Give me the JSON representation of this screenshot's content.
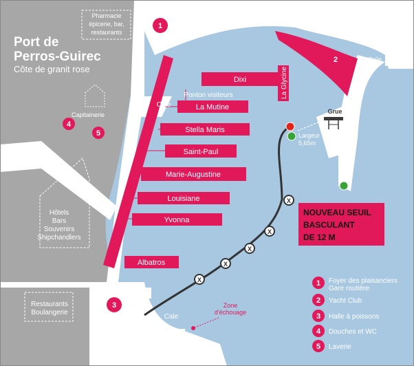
{
  "map": {
    "title_line1": "Port de",
    "title_line2": "Perros-Guirec",
    "subtitle": "Côte de granit rose",
    "berths": [
      "Dixi",
      "La Glycine",
      "La Mutine",
      "Stella Maris",
      "Saint-Paul",
      "Marie-Augustine",
      "Louisiane",
      "Yvonna",
      "Albatros"
    ],
    "ponton_label": "Ponton visiteurs",
    "grue": "Grue",
    "largeur_label": "Largeur",
    "largeur_value": "5,65m",
    "cale_label": "Cale",
    "zone_label_line1": "Zone",
    "zone_label_line2": "d'échouage",
    "seuil_lines": [
      "NOUVEAU SEUIL",
      "BASCULANT",
      "DE 12 M"
    ],
    "land_labels": {
      "pharmacie": [
        "Pharmacie",
        "épicerie, bar,",
        "restaurants"
      ],
      "capitainerie": "Capitainerie",
      "hotels": [
        "Hôtels",
        "Bars",
        "Souvenirs",
        "Shipchandlers"
      ],
      "restaurants": [
        "Restaurants",
        "Boulangerie"
      ]
    },
    "markers": [
      "1",
      "2",
      "3",
      "4",
      "5"
    ],
    "legend": [
      {
        "num": "1",
        "lines": [
          "Foyer des plaisanciers",
          "Gare routière"
        ]
      },
      {
        "num": "2",
        "lines": [
          "Yacht Club"
        ]
      },
      {
        "num": "3",
        "lines": [
          "Halle à poissons"
        ]
      },
      {
        "num": "4",
        "lines": [
          "Douches et WC"
        ]
      },
      {
        "num": "5",
        "lines": [
          "Laverie"
        ]
      }
    ],
    "buoy_mark": "X",
    "colors": {
      "water": "#a8c8e2",
      "land": "#a7a7a7",
      "accent": "#e1185a",
      "light_red": "#e2231a",
      "light_green": "#3aa335",
      "label_grey": "#3a3a3a"
    },
    "icons": [
      "crane-icon",
      "house-outline-icon",
      "traffic-light-red",
      "traffic-light-green"
    ]
  }
}
